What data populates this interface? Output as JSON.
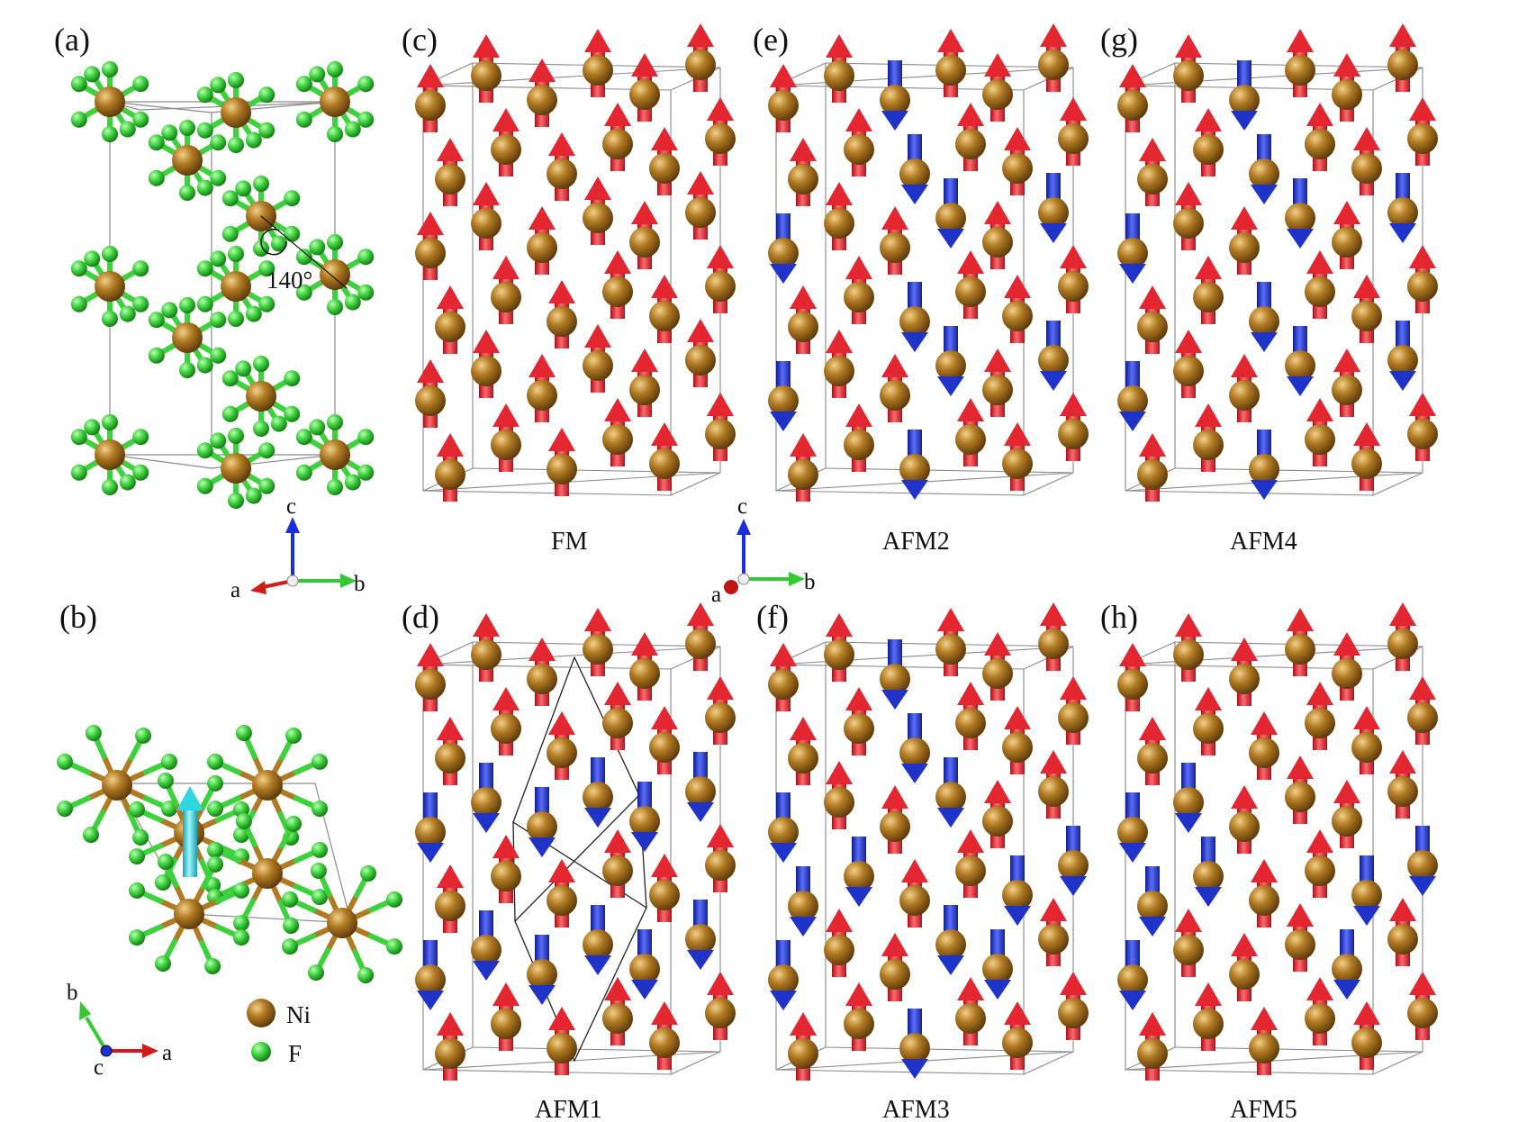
{
  "colors": {
    "ni_atom": "#b07a22",
    "ni_highlight": "#f3d08a",
    "ni_shadow": "#6b4410",
    "f_atom": "#3ed13e",
    "f_highlight": "#b8ffb0",
    "f_shadow": "#157a15",
    "spin_up": "#e3262f",
    "spin_down": "#1f33c9",
    "spin_in_plane": "#2fd6e0",
    "cell_line": "#7a7a7a",
    "bond_ni": "#b07a22",
    "bond_f": "#3ed13e",
    "axis_a": "#d11a1a",
    "axis_b": "#33c933",
    "axis_c": "#1c2fd6"
  },
  "panel_a": {
    "label": "(a)",
    "angle_label": "140°",
    "axes": {
      "a": "a",
      "b": "b",
      "c": "c"
    }
  },
  "panel_b": {
    "label": "(b)",
    "axes": {
      "a": "a",
      "b": "b",
      "c": "c"
    },
    "legend": [
      {
        "element": "Ni",
        "icon": "ni-atom-icon"
      },
      {
        "element": "F",
        "icon": "f-atom-icon"
      }
    ]
  },
  "spin_panels": [
    {
      "id": "c",
      "label": "(c)",
      "name": "FM",
      "spins": [
        "up",
        "up",
        "up",
        "up",
        "up",
        "up",
        "up",
        "up",
        "up",
        "up",
        "up",
        "up",
        "up",
        "up",
        "up",
        "up",
        "up",
        "up",
        "up",
        "up",
        "up",
        "up",
        "up",
        "up",
        "up",
        "up",
        "up",
        "up",
        "up",
        "up",
        "up",
        "up",
        "up",
        "up",
        "up",
        "up"
      ]
    },
    {
      "id": "d",
      "label": "(d)",
      "name": "AFM1",
      "spins": [
        "up",
        "up",
        "up",
        "up",
        "up",
        "up",
        "up",
        "up",
        "up",
        "up",
        "up",
        "up",
        "down",
        "down",
        "down",
        "down",
        "down",
        "down",
        "up",
        "up",
        "up",
        "up",
        "up",
        "up",
        "down",
        "down",
        "down",
        "down",
        "down",
        "down",
        "up",
        "up",
        "up",
        "up",
        "up",
        "up"
      ]
    },
    {
      "id": "e",
      "label": "(e)",
      "name": "AFM2",
      "spins": [
        "up",
        "up",
        "down",
        "up",
        "up",
        "up",
        "up",
        "up",
        "down",
        "up",
        "up",
        "up",
        "down",
        "up",
        "up",
        "down",
        "up",
        "down",
        "up",
        "up",
        "down",
        "up",
        "up",
        "up",
        "down",
        "up",
        "up",
        "down",
        "up",
        "down",
        "up",
        "up",
        "down",
        "up",
        "up",
        "up"
      ]
    },
    {
      "id": "f",
      "label": "(f)",
      "name": "AFM3",
      "spins": [
        "up",
        "up",
        "down",
        "up",
        "up",
        "up",
        "up",
        "up",
        "down",
        "up",
        "up",
        "up",
        "down",
        "up",
        "up",
        "down",
        "up",
        "up",
        "down",
        "down",
        "up",
        "up",
        "down",
        "down",
        "down",
        "up",
        "up",
        "down",
        "down",
        "up",
        "up",
        "up",
        "down",
        "up",
        "up",
        "up"
      ]
    },
    {
      "id": "g",
      "label": "(g)",
      "name": "AFM4",
      "spins": [
        "up",
        "up",
        "down",
        "up",
        "up",
        "up",
        "up",
        "up",
        "down",
        "up",
        "up",
        "up",
        "down",
        "up",
        "up",
        "down",
        "up",
        "down",
        "up",
        "up",
        "down",
        "up",
        "up",
        "up",
        "down",
        "up",
        "up",
        "down",
        "up",
        "down",
        "up",
        "up",
        "down",
        "up",
        "up",
        "up"
      ]
    },
    {
      "id": "h",
      "label": "(h)",
      "name": "AFM5",
      "spins": [
        "up",
        "up",
        "up",
        "up",
        "up",
        "up",
        "up",
        "up",
        "up",
        "up",
        "up",
        "up",
        "down",
        "down",
        "up",
        "up",
        "up",
        "up",
        "down",
        "down",
        "up",
        "up",
        "down",
        "down",
        "down",
        "up",
        "up",
        "up",
        "down",
        "up",
        "up",
        "up",
        "up",
        "up",
        "up",
        "up"
      ]
    }
  ],
  "shared_axes": {
    "a": "a",
    "b": "b",
    "c": "c"
  }
}
